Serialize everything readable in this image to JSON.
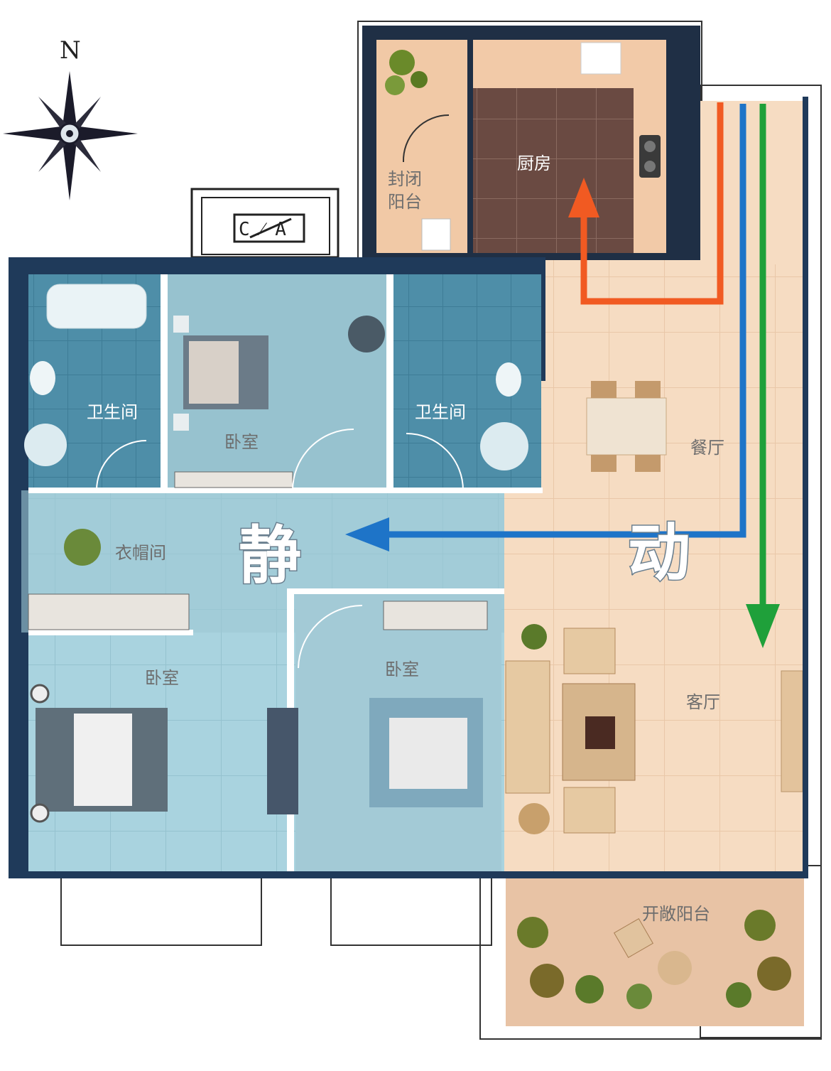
{
  "compass": {
    "north_label": "N"
  },
  "equipment_box": {
    "label": "C ⁄ A"
  },
  "rooms": {
    "kitchen": "厨房",
    "enclosed_balcony_line1": "封闭",
    "enclosed_balcony_line2": "阳台",
    "bathroom_left": "卫生间",
    "bathroom_right": "卫生间",
    "bedroom_top": "卧室",
    "dining": "餐厅",
    "wardrobe": "衣帽间",
    "bedroom_left": "卧室",
    "bedroom_middle": "卧室",
    "living": "客厅",
    "open_balcony": "开敞阳台"
  },
  "zones": {
    "quiet": "静",
    "active": "动"
  },
  "colors": {
    "quiet_zone": "#7fb3c9",
    "active_zone": "#f4d4b8",
    "wall": "#1f3a5a",
    "arrow_kitchen": "#f15a22",
    "arrow_quiet": "#1e74c8",
    "arrow_living": "#1fa03a"
  },
  "icons": [
    "compass-rose-icon",
    "bathtub-icon",
    "toilet-icon",
    "bed-icon",
    "dining-table-icon",
    "sofa-icon",
    "plant-icon",
    "stove-icon"
  ]
}
